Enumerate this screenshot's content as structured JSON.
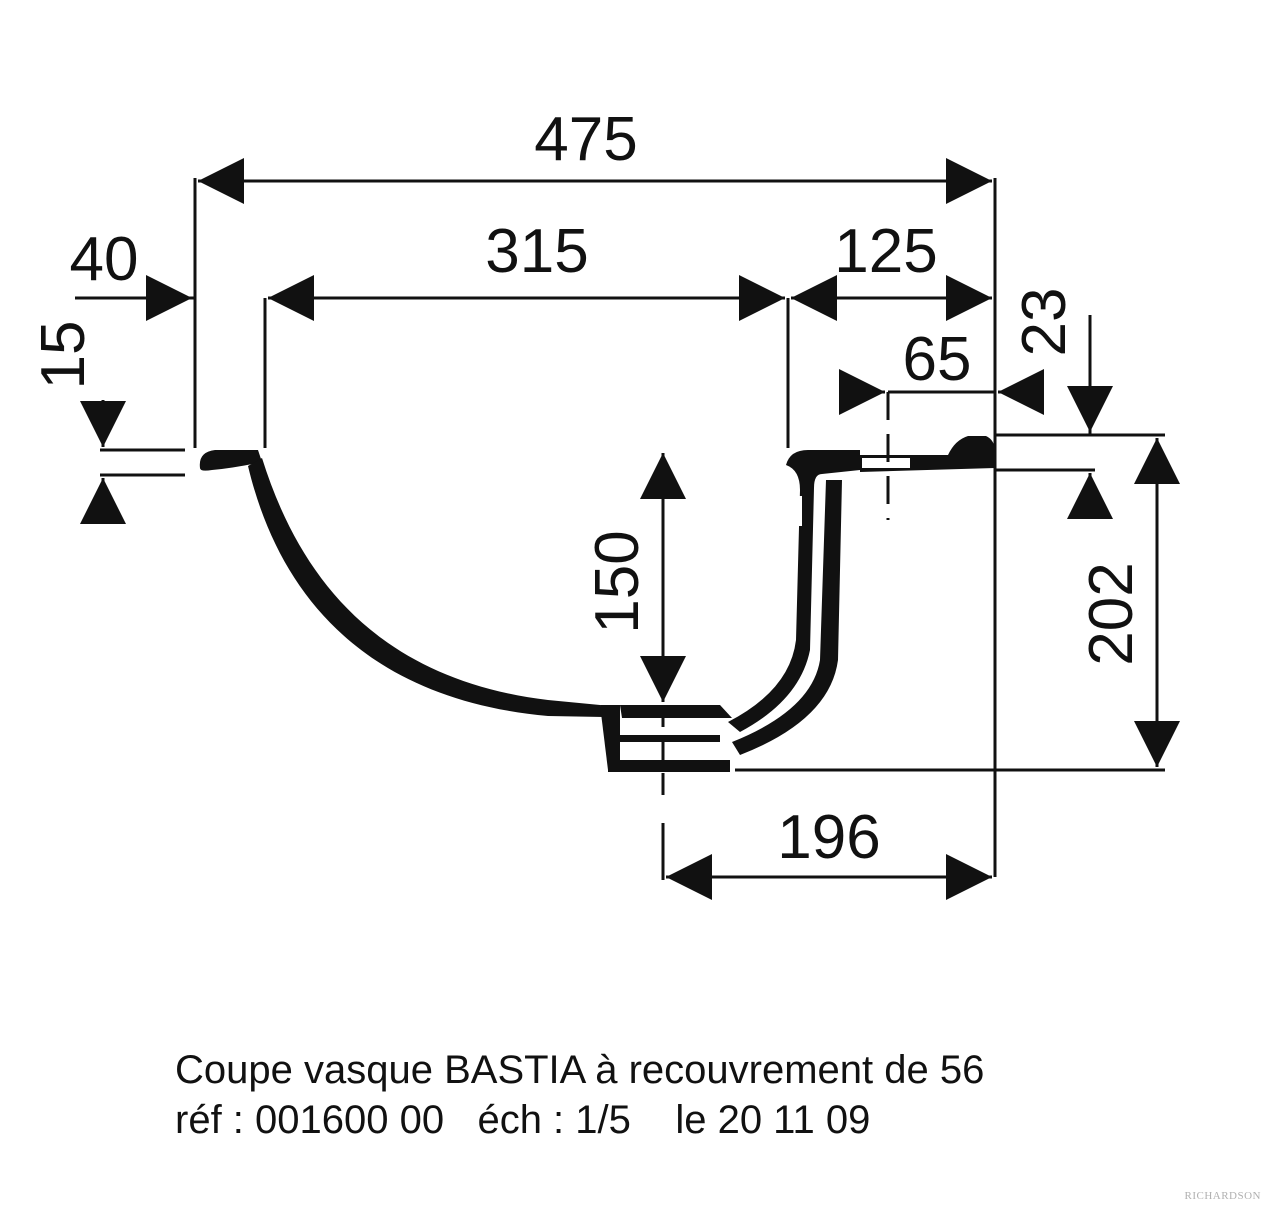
{
  "dimensions": {
    "overall_width": "475",
    "left_rim": "40",
    "bowl_width": "315",
    "right_width": "125",
    "tap_offset": "65",
    "rim_thickness": "15",
    "rim_step": "23",
    "bowl_depth": "150",
    "total_height": "202",
    "drain_offset": "196"
  },
  "caption": {
    "line1": "Coupe vasque BASTIA à recouvrement de 56",
    "line2": "réf : 001600 00   éch : 1/5    le 20 11 09"
  },
  "brand": "RICHARDSON",
  "colors": {
    "line": "#111111",
    "background": "#ffffff"
  }
}
